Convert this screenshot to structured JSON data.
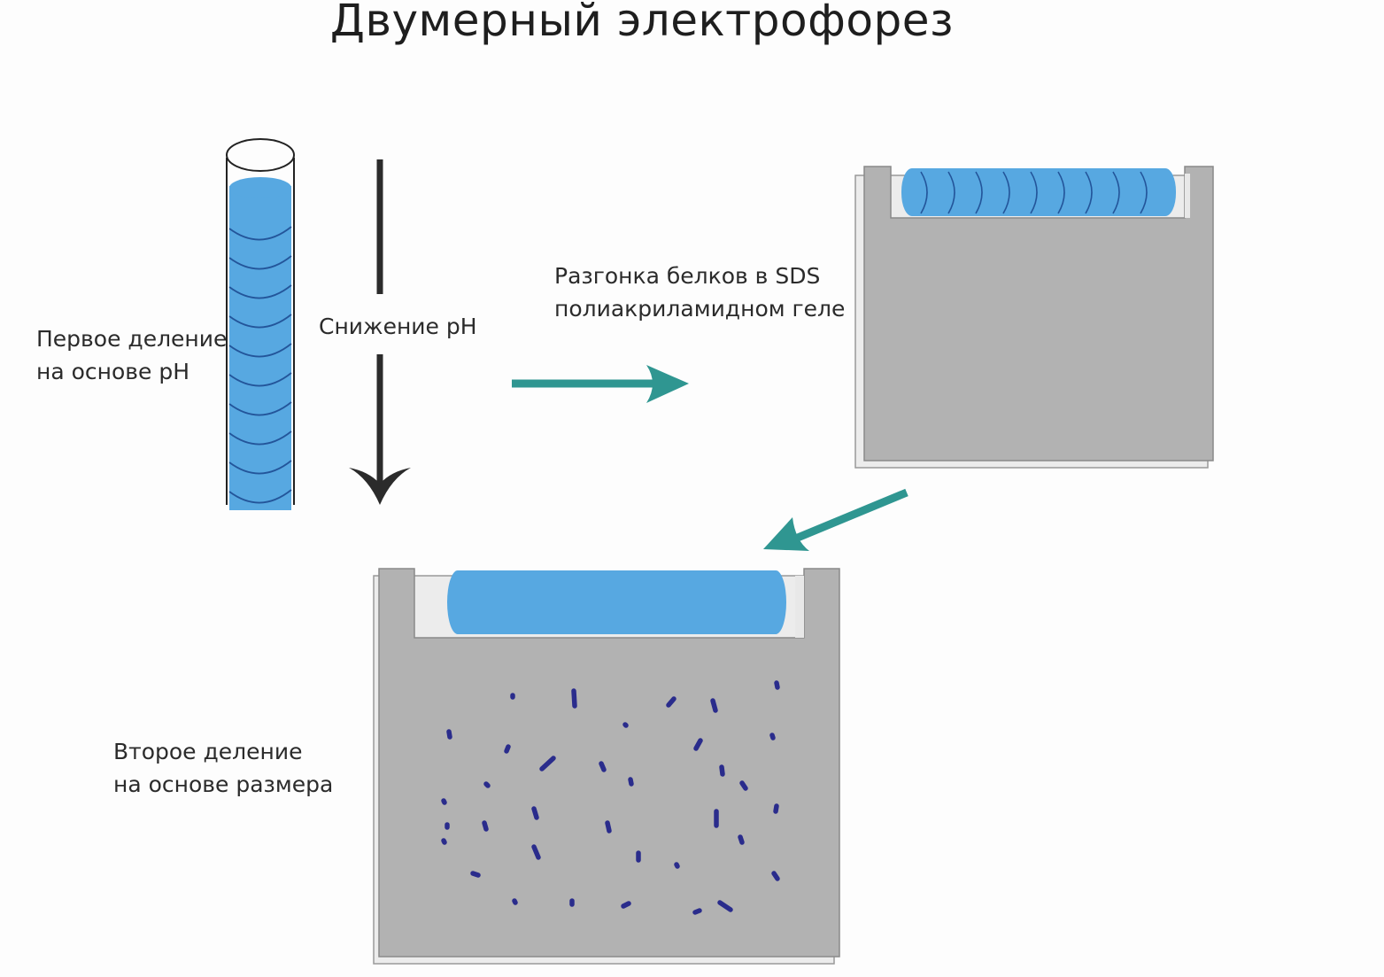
{
  "title": "Двумерный электрофорез",
  "labels": {
    "first_division_line1": "Первое деление",
    "first_division_line2": "на основе pH",
    "ph_decrease": "Снижение pH",
    "sds_page_line1": "Разгонка белков в SDS",
    "sds_page_line2": "полиакриламидном геле",
    "second_division_line1": "Второе деление",
    "second_division_line2": "на основе размера"
  },
  "colors": {
    "gel_blue": "#57a8e1",
    "band_line": "#23559a",
    "gel_slab": "#b2b2b2",
    "arrow_teal": "#2f9691",
    "arrow_dark": "#2b2b2b",
    "spot_navy": "#2a2c8c"
  }
}
